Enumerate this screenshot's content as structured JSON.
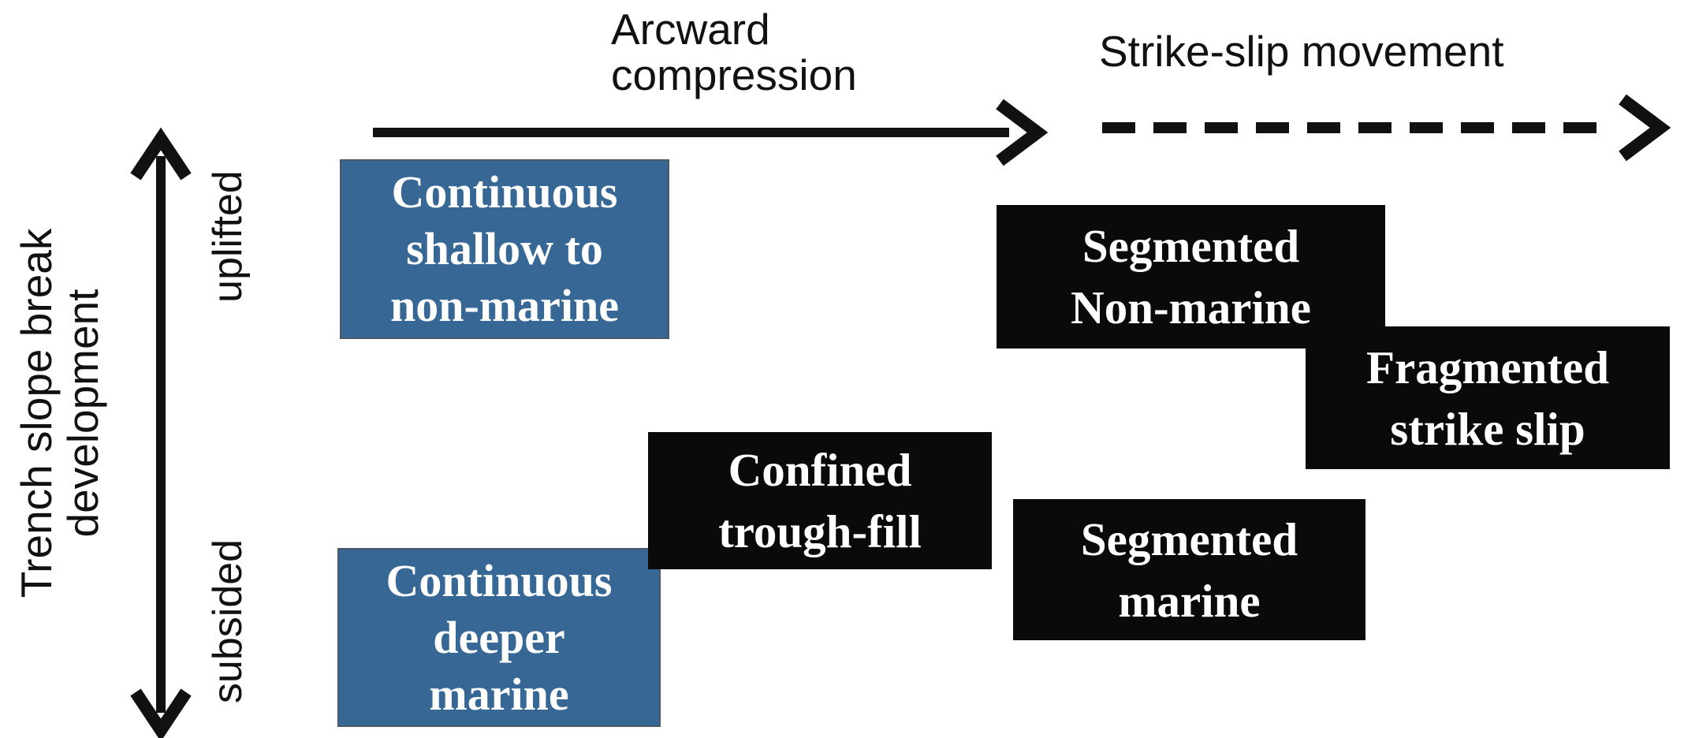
{
  "figure": {
    "colors": {
      "background": "#ffffff",
      "blue_box": "#366795",
      "black_box": "#0a0a0a",
      "box_text": "#ffffff",
      "axis_text": "#111111",
      "arrow": "#111111"
    },
    "y_axis": {
      "label_line1": "Trench slope break",
      "label_line2": "development",
      "top_label": "uplifted",
      "bottom_label": "subsided"
    },
    "x_axis": {
      "solid_label_line1": "Arcward",
      "solid_label_line2": "compression",
      "dashed_label": "Strike-slip movement"
    },
    "boxes": [
      {
        "id": "continuous-shallow-to-non-marine",
        "style": "blue",
        "lines": [
          "Continuous",
          "shallow to",
          "non-marine"
        ]
      },
      {
        "id": "continuous-deeper-marine",
        "style": "blue",
        "lines": [
          "Continuous",
          "deeper",
          "marine"
        ]
      },
      {
        "id": "confined-trough-fill",
        "style": "black",
        "lines": [
          "Confined",
          "trough-fill"
        ]
      },
      {
        "id": "segmented-non-marine",
        "style": "black",
        "lines": [
          "Segmented",
          "Non-marine"
        ]
      },
      {
        "id": "segmented-marine",
        "style": "black",
        "lines": [
          "Segmented",
          "marine"
        ]
      },
      {
        "id": "fragmented-strike-slip",
        "style": "black",
        "lines": [
          "Fragmented",
          "strike slip"
        ]
      }
    ]
  }
}
